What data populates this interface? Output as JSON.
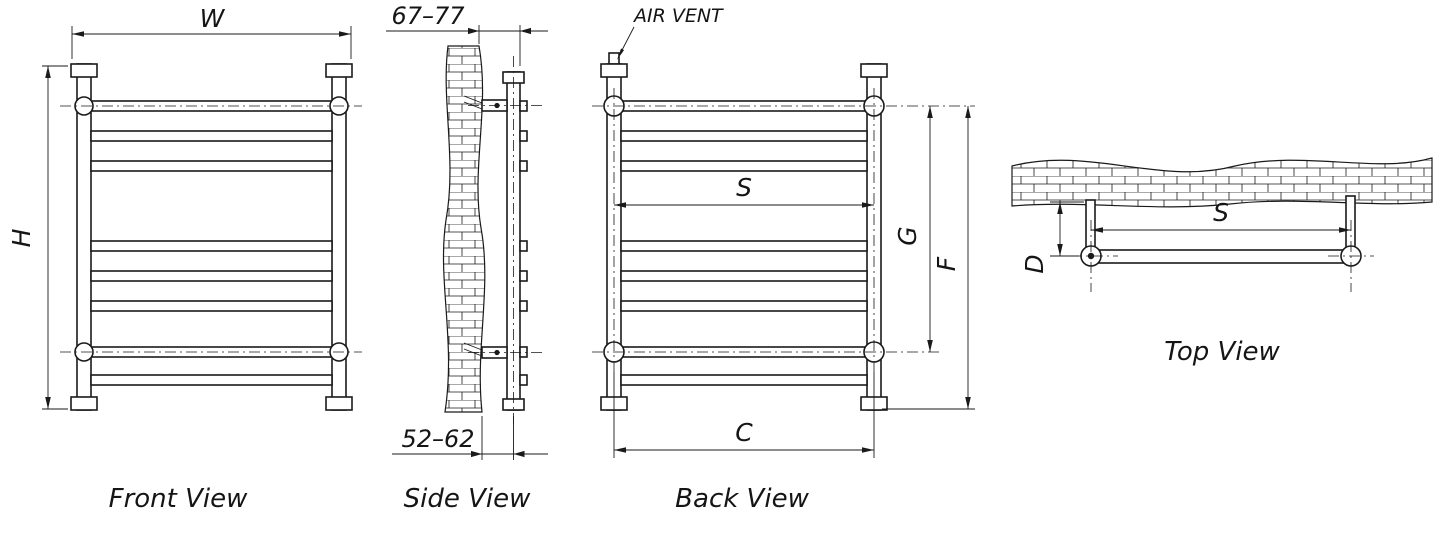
{
  "colors": {
    "line": "#1a1a1a",
    "background": "#ffffff"
  },
  "views": {
    "front": {
      "title": "Front View",
      "dims": {
        "width": "W",
        "height": "H"
      }
    },
    "side": {
      "title": "Side View",
      "dims": {
        "wall_to_front": "67–77",
        "wall_to_center": "52–62"
      }
    },
    "back": {
      "title": "Back View",
      "labels": {
        "air_vent": "AIR VENT"
      },
      "dims": {
        "pipe_spacing": "S",
        "center_to_center": "G",
        "overall": "F",
        "bottom_spacing": "C"
      }
    },
    "top": {
      "title": "Top View",
      "dims": {
        "pipe_spacing": "S",
        "wall_distance": "D"
      }
    }
  }
}
